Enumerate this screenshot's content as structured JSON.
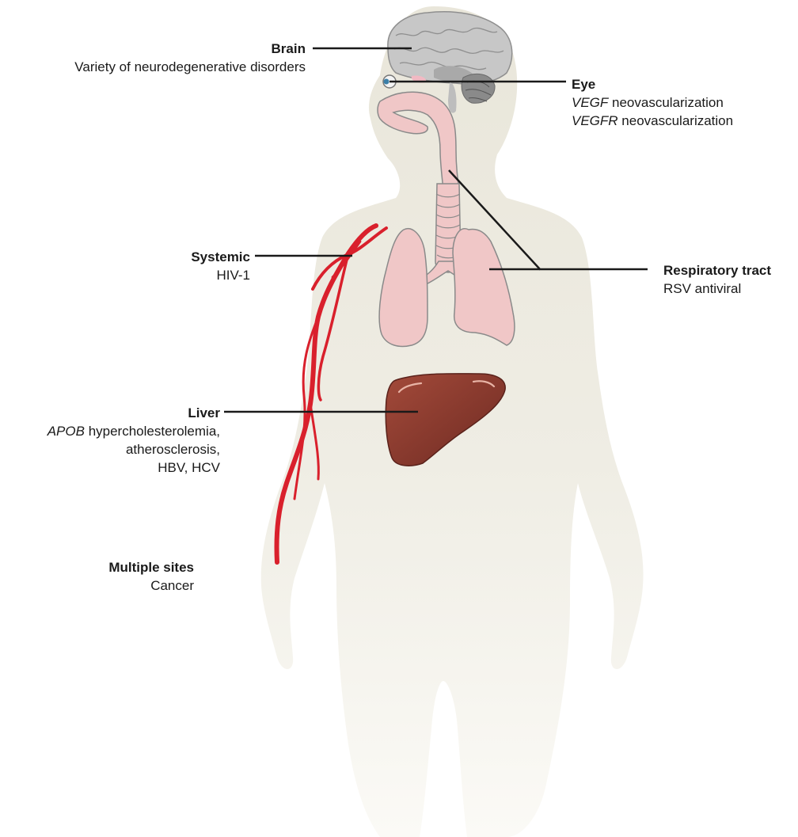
{
  "labels": {
    "brain": {
      "title": "Brain",
      "lines": [
        "Variety of neurodegenerative disorders"
      ]
    },
    "eye": {
      "title": "Eye",
      "lines": [
        {
          "gene": "VEGF",
          "text": " neovascularization"
        },
        {
          "gene": "VEGFR",
          "text": " neovascularization"
        }
      ]
    },
    "systemic": {
      "title": "Systemic",
      "lines": [
        "HIV-1"
      ]
    },
    "respiratory": {
      "title": "Respiratory tract",
      "lines": [
        "RSV antiviral"
      ]
    },
    "liver": {
      "title": "Liver",
      "lines": [
        {
          "gene": "APOB",
          "text": " hypercholesterolemia,"
        },
        {
          "gene": "",
          "text": "atherosclerosis,"
        },
        {
          "gene": "",
          "text": "HBV, HCV"
        }
      ]
    },
    "multiple": {
      "title": "Multiple sites",
      "lines": [
        "Cancer"
      ]
    }
  },
  "colors": {
    "body_fill": "#edeae0",
    "vessel": "#d9202c",
    "lung": "#f0c7c7",
    "lung_stroke": "#8a8a8a",
    "liver": "#8b3a2f",
    "brain": "#bdbdbd",
    "leader_line": "#1a1a1a"
  },
  "icons": [
    "human-silhouette",
    "brain-icon",
    "eye-icon",
    "airway-icon",
    "lungs-icon",
    "liver-icon",
    "blood-vessel-icon"
  ]
}
